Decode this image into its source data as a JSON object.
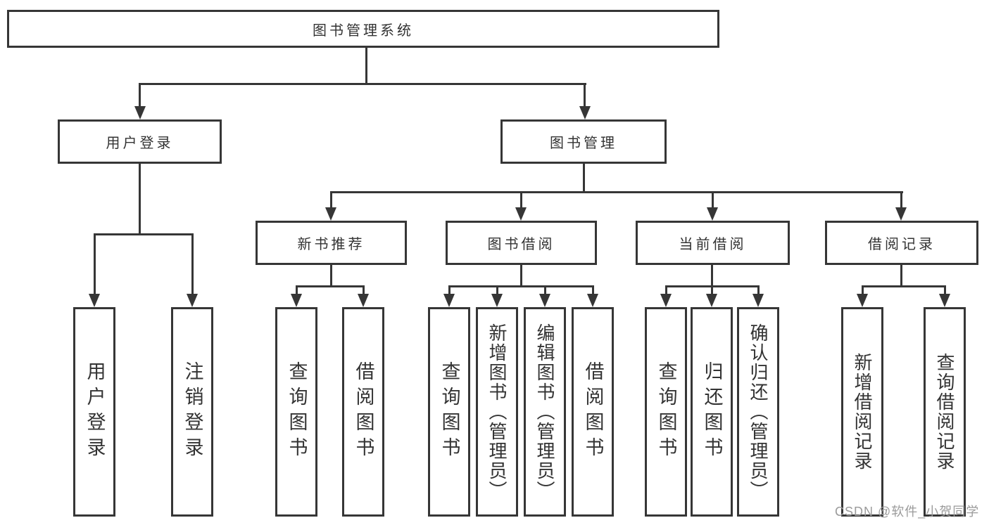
{
  "nodes": {
    "root": "图书管理系统",
    "user_login": "用户登录",
    "book_management": "图书管理",
    "new_book_recommend": "新书推荐",
    "book_borrow": "图书借阅",
    "current_borrow": "当前借阅",
    "borrow_records": "借阅记录"
  },
  "leaves": {
    "login": [
      "用户登录",
      "注销登录"
    ],
    "recommend": [
      "查询图书",
      "借阅图书"
    ],
    "borrow": [
      "查询图书",
      "新增图书（管理员）",
      "编辑图书（管理员）",
      "借阅图书"
    ],
    "current": [
      "查询图书",
      "归还图书",
      "确认归还（管理员）"
    ],
    "records": [
      "新增借阅记录",
      "查询借阅记录"
    ]
  },
  "watermark": "CSDN @软件_小贺同学",
  "colors": {
    "line": "#363636",
    "text": "#333333",
    "watermark": "#9b9b9b",
    "background": "#ffffff"
  }
}
